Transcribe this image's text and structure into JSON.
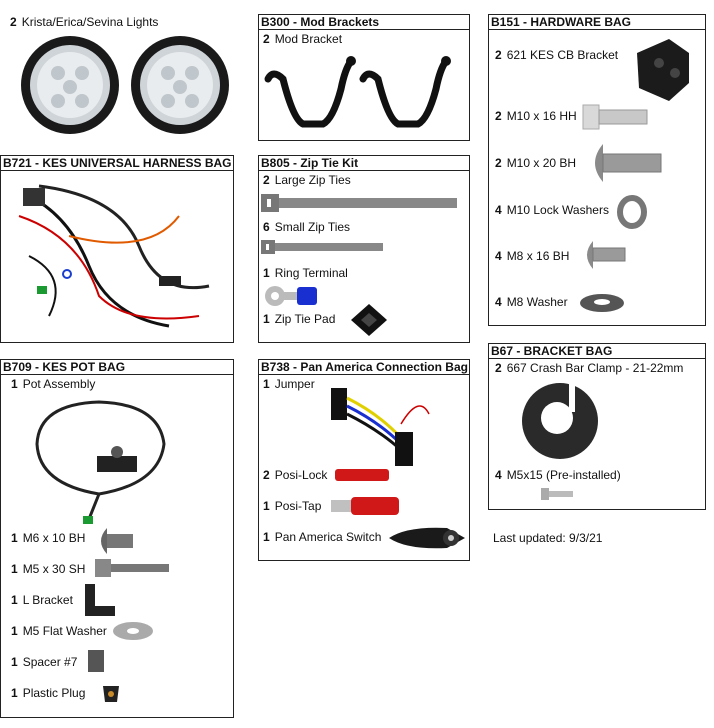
{
  "lights": {
    "qty": "2",
    "label": "Krista/Erica/Sevina Lights"
  },
  "b300": {
    "title": "B300 - Mod Brackets",
    "items": [
      {
        "qty": "2",
        "label": "Mod Bracket"
      }
    ]
  },
  "b151": {
    "title": "B151 - HARDWARE BAG",
    "items": [
      {
        "qty": "2",
        "label": "621 KES CB Bracket"
      },
      {
        "qty": "2",
        "label": "M10 x 16 HH"
      },
      {
        "qty": "2",
        "label": "M10 x 20 BH"
      },
      {
        "qty": "4",
        "label": "M10 Lock Washers"
      },
      {
        "qty": "4",
        "label": "M8 x 16 BH"
      },
      {
        "qty": "4",
        "label": "M8 Washer"
      }
    ]
  },
  "b721": {
    "title": "B721 - KES UNIVERSAL HARNESS BAG"
  },
  "b805": {
    "title": "B805 - Zip Tie Kit",
    "items": [
      {
        "qty": "2",
        "label": "Large Zip Ties"
      },
      {
        "qty": "6",
        "label": "Small Zip Ties"
      },
      {
        "qty": "1",
        "label": "Ring Terminal"
      },
      {
        "qty": "1",
        "label": "Zip Tie Pad"
      }
    ]
  },
  "b67": {
    "title": "B67 - BRACKET BAG",
    "items": [
      {
        "qty": "2",
        "label": "667 Crash Bar Clamp - 21-22mm"
      },
      {
        "qty": "4",
        "label": "M5x15 (Pre-installed)"
      }
    ]
  },
  "b709": {
    "title": "B709 - KES POT BAG",
    "items": [
      {
        "qty": "1",
        "label": "Pot Assembly"
      },
      {
        "qty": "1",
        "label": "M6 x 10 BH"
      },
      {
        "qty": "1",
        "label": "M5 x 30 SH"
      },
      {
        "qty": "1",
        "label": "L Bracket"
      },
      {
        "qty": "1",
        "label": "M5 Flat Washer"
      },
      {
        "qty": "1",
        "label": "Spacer #7"
      },
      {
        "qty": "1",
        "label": "Plastic Plug"
      }
    ]
  },
  "b738": {
    "title": "B738 - Pan America Connection Bag",
    "items": [
      {
        "qty": "1",
        "label": "Jumper"
      },
      {
        "qty": "2",
        "label": "Posi-Lock"
      },
      {
        "qty": "1",
        "label": "Posi-Tap"
      },
      {
        "qty": "1",
        "label": "Pan America Switch"
      }
    ]
  },
  "footer": {
    "last_updated": "Last updated: 9/3/21"
  }
}
